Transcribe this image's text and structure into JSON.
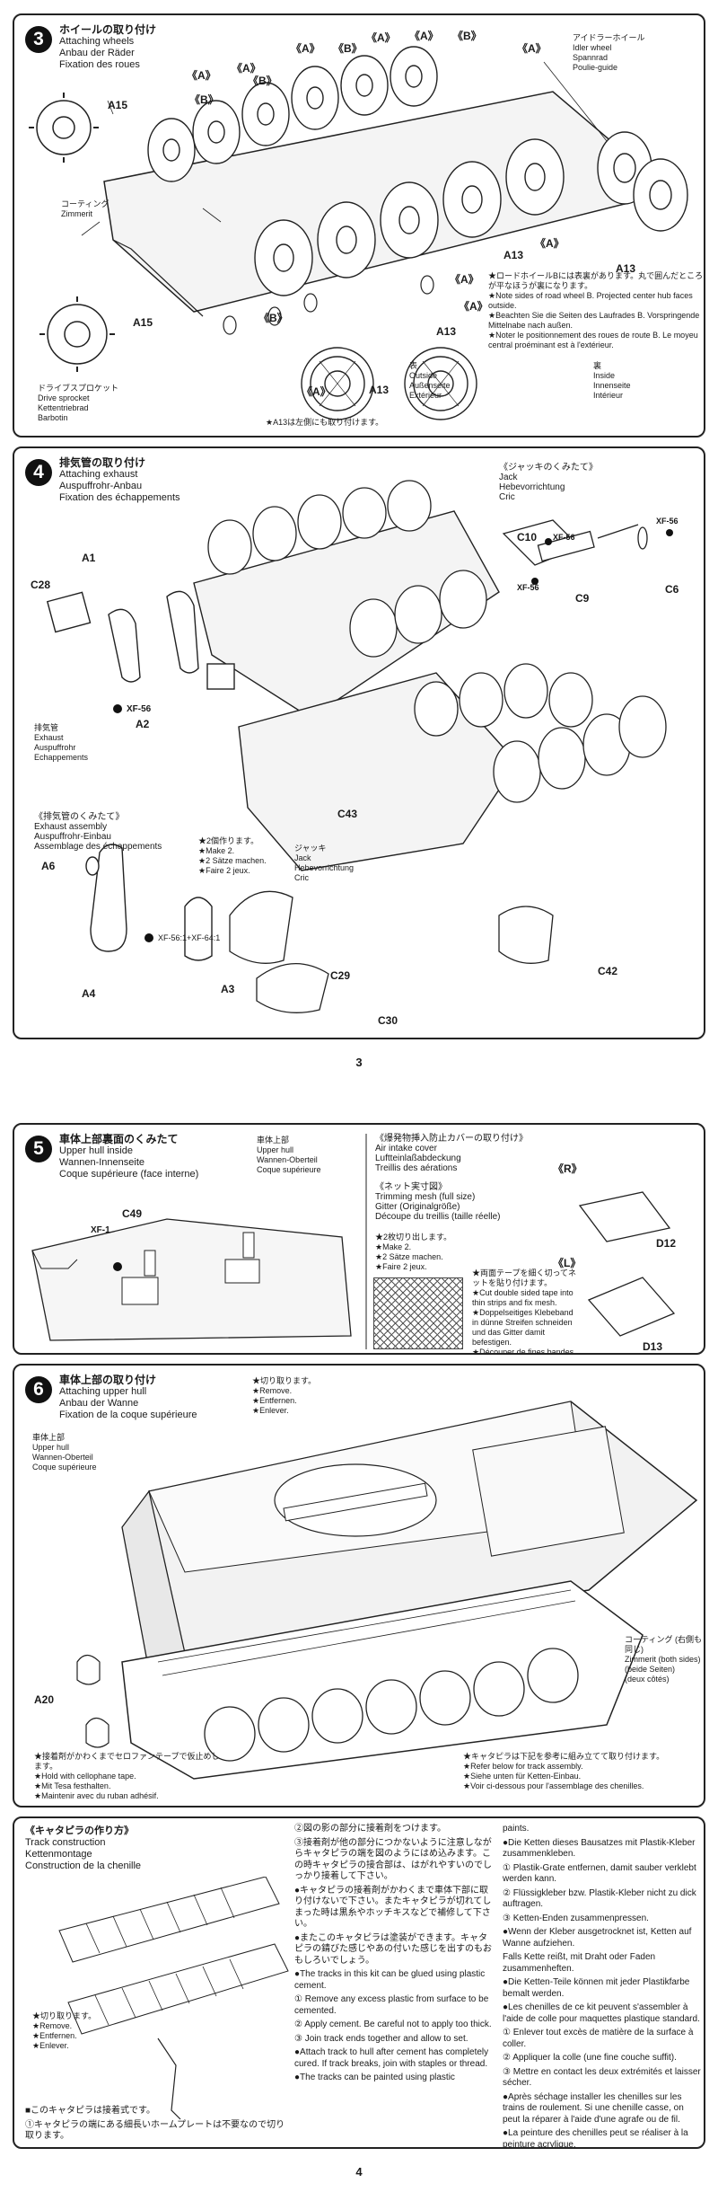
{
  "page3": {
    "number": "3",
    "step3": {
      "num": "3",
      "title_jp": "ホイールの取り付け",
      "title_en": "Attaching wheels",
      "title_de": "Anbau der Räder",
      "title_fr": "Fixation des roues",
      "idler": {
        "jp": "アイドラーホイール",
        "en": "Idler wheel",
        "de": "Spannrad",
        "fr": "Poulie-guide"
      },
      "coating": {
        "jp": "コーティング",
        "de": "Zimmerit"
      },
      "sprocket": {
        "jp": "ドライブスプロケット",
        "en": "Drive sprocket",
        "de": "Kettentriebrad",
        "fr": "Barbotin"
      },
      "labels": {
        "a": "《A》",
        "b": "《B》",
        "a13": "A13",
        "a15": "A15"
      },
      "note": [
        "★ロードホイールBには表裏があります。丸で囲んだところが平なほうが裏になります。",
        "★Note sides of road wheel B. Projected center hub faces outside.",
        "★Beachten Sie die Seiten des Laufrades B. Vorspringende Mittelnabe nach außen.",
        "★Noter le positionnement des roues de route B. Le moyeu central proéminant est à l'extérieur."
      ],
      "outside": {
        "jp": "表",
        "en": "Outside",
        "de": "Außenseite",
        "fr": "Extérieur"
      },
      "inside": {
        "jp": "裏",
        "en": "Inside",
        "de": "Innenseite",
        "fr": "Intérieur"
      },
      "a13_note": "★A13は左側にも取り付けます。"
    },
    "step4": {
      "num": "4",
      "title_jp": "排気管の取り付け",
      "title_en": "Attaching exhaust",
      "title_de": "Auspuffrohr-Anbau",
      "title_fr": "Fixation des échappements",
      "jack_title": {
        "jp": "《ジャッキのくみたて》",
        "en": "Jack",
        "de": "Hebevorrichtung",
        "fr": "Cric"
      },
      "jack_label": {
        "jp": "ジャッキ",
        "en": "Jack",
        "de": "Hebevorrichtung",
        "fr": "Cric"
      },
      "exhaust_label": {
        "jp": "排気管",
        "en": "Exhaust",
        "de": "Auspuffrohr",
        "fr": "Echappements"
      },
      "assembly": {
        "jp": "《排気管のくみたて》",
        "en": "Exhaust assembly",
        "de": "Auspuffrohr-Einbau",
        "fr": "Assemblage des échappements"
      },
      "make2": [
        "★2個作ります。",
        "★Make 2.",
        "★2 Sätze machen.",
        "★Faire 2 jeux."
      ],
      "paint_mix": "XF-56:1+XF-64:1",
      "labels": {
        "c28": "C28",
        "a1": "A1",
        "a2": "A2",
        "xf56": "XF-56",
        "c10": "C10",
        "c9": "C9",
        "c6": "C6",
        "c43": "C43",
        "c29": "C29",
        "c30": "C30",
        "c42": "C42",
        "a6": "A6",
        "a3": "A3",
        "a4": "A4"
      }
    }
  },
  "page4": {
    "number": "4",
    "step5": {
      "num": "5",
      "title_jp": "車体上部裏面のくみたて",
      "title_en": "Upper hull inside",
      "title_de": "Wannen-Innenseite",
      "title_fr": "Coque supérieure (face interne)",
      "upper_hull": {
        "jp": "車体上部",
        "en": "Upper hull",
        "de": "Wannen-Oberteil",
        "fr": "Coque supérieure"
      },
      "labels": {
        "c49": "C49",
        "xf1": "XF-1",
        "d12": "D12",
        "d13": "D13",
        "r": "《R》",
        "l": "《L》"
      },
      "intake_title": {
        "jp": "《爆発物挿入防止カバーの取り付け》",
        "en": "Air intake cover",
        "de": "Luftteinlaßabdeckung",
        "fr": "Treillis des aérations"
      },
      "mesh_title": {
        "jp": "《ネット実寸図》",
        "en": "Trimming mesh (full size)",
        "de": "Gitter (Originalgröße)",
        "fr": "Découpe du treillis (taille réelle)"
      },
      "make2": [
        "★2枚切り出します。",
        "★Make 2.",
        "★2 Sätze machen.",
        "★Faire 2 jeux."
      ],
      "tape_note": [
        "★両面テープを細く切ってネットを貼り付けます。",
        "★Cut double sided tape into thin strips and fix mesh.",
        "★Doppelseitiges Klebeband in dünne Streifen schneiden und das Gitter damit befestigen.",
        "★Découper de fines bandes d'adhésif double-face et fixer le treillis."
      ]
    },
    "step6": {
      "num": "6",
      "title_jp": "車体上部の取り付け",
      "title_en": "Attaching upper hull",
      "title_de": "Anbau der Wanne",
      "title_fr": "Fixation de la coque supérieure",
      "upper_hull": {
        "jp": "車体上部",
        "en": "Upper hull",
        "de": "Wannen-Oberteil",
        "fr": "Coque supérieure"
      },
      "remove": [
        "★切り取ります。",
        "★Remove.",
        "★Entfernen.",
        "★Enlever."
      ],
      "coating": {
        "jp": "コーティング (右側も同じ)",
        "en": "Zimmerit (both sides)",
        "de": "(beide Seiten)",
        "fr": "(deux côtés)"
      },
      "a20": "A20",
      "glue_note": [
        "★接着剤がかわくまでセロファンテープで仮止めします。",
        "★Hold with cellophane tape.",
        "★Mit Tesa festhalten.",
        "★Maintenir avec du ruban adhésif."
      ],
      "track_note": [
        "★キャタピラは下記を参考に組み立てて取り付けます。",
        "★Refer below for track assembly.",
        "★Siehe unten für Ketten-Einbau.",
        "★Voir ci-dessous pour l'assemblage des chenilles."
      ]
    },
    "track": {
      "title_jp": "《キャタピラの作り方》",
      "title_en": "Track construction",
      "title_de": "Kettenmontage",
      "title_fr": "Construction de la chenille",
      "remove": [
        "★切り取ります。",
        "★Remove.",
        "★Entfernen.",
        "★Enlever."
      ],
      "bottom_jp": [
        "■このキャタピラは接着式です。",
        "①キャタピラの端にある細長いホームプレートは不要なので切り取ります。"
      ],
      "col2_jp": [
        "②図の影の部分に接着剤をつけます。",
        "③接着剤が他の部分につかないように注意しながらキャタピラの端を図のようにはめ込みます。この時キャタピラの接合部は、はがれやすいのでしっかり接着して下さい。",
        "●キャタピラの接着剤がかわくまで車体下部に取り付けないで下さい。またキャタピラが切れてしまった時は黒糸やホッチキスなどで補修して下さい。",
        "●またこのキャタピラは塗装ができます。キャタピラの錆びた感じやあの付いた感じを出すのもおもしろいでしょう。"
      ],
      "col2_en": [
        "●The tracks in this kit can be glued using plastic cement.",
        "① Remove any excess plastic from surface to be cemented.",
        "② Apply cement. Be careful not to apply too thick.",
        "③ Join track ends together and allow to set.",
        "●Attach track to hull after cement has completely cured. If track breaks, join with staples or thread.",
        "●The tracks can be painted using plastic"
      ],
      "col3_top": "paints.",
      "col3_de": [
        "●Die Ketten dieses Bausatzes mit Plastik-Kleber zusammenkleben.",
        "① Plastik-Grate entfernen, damit sauber verklebt werden kann.",
        "② Flüssigkleber bzw. Plastik-Kleber nicht zu dick auftragen.",
        "③ Ketten-Enden zusammenpressen.",
        "●Wenn der Kleber ausgetrocknet ist, Ketten auf Wanne aufziehen.",
        "Falls Kette reißt, mit Draht oder Faden zusammenheften.",
        "●Die Ketten-Teile können mit jeder Plastikfarbe bemalt werden."
      ],
      "col3_fr": [
        "●Les chenilles de ce kit peuvent s'assembler à l'aide de colle pour maquettes plastique standard.",
        "① Enlever tout excès de matière de la surface à coller.",
        "② Appliquer la colle (une fine couche suffit).",
        "③ Mettre en contact les deux extrémités et laisser sécher.",
        "●Après séchage installer les chenilles sur les trains de roulement. Si une chenille casse, on peut la réparer à l'aide d'une agrafe ou de fil.",
        "●La peinture des chenilles peut se réaliser à la peinture acrylique."
      ]
    }
  }
}
